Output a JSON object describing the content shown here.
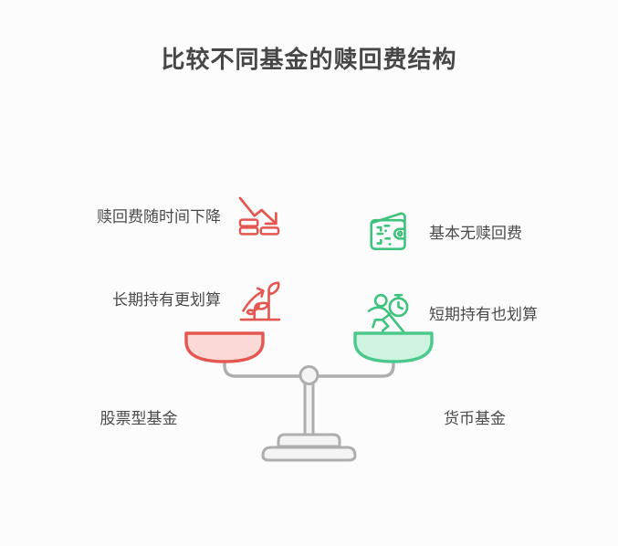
{
  "page": {
    "title": "比较不同基金的赎回费结构",
    "background_color": "#fcfcfc",
    "title_color": "#474747"
  },
  "palette": {
    "red_accent": "#e4564f",
    "red_pan_fill": "#fbd9d7",
    "green_accent": "#3fc27e",
    "green_pan_fill": "#cff3e1",
    "green_pan_border": "#4bc98a",
    "gray_frame": "#aeaeae",
    "gray_frame_fill": "#f4f4f4",
    "text": "#4a4a4a"
  },
  "left_side": {
    "accent_color": "#e4564f",
    "caption": "股票型基金",
    "features": [
      {
        "label": "赎回费随时间下降",
        "icon": "declining-chart-coins-icon"
      },
      {
        "label": "长期持有更划算",
        "icon": "growing-plant-icon"
      }
    ]
  },
  "right_side": {
    "accent_color": "#3fc27e",
    "caption": "货币基金",
    "features": [
      {
        "label": "基本无赎回费",
        "icon": "wallet-icon"
      },
      {
        "label": "短期持有也划算",
        "icon": "runner-stopwatch-icon"
      }
    ]
  },
  "balance_scale": {
    "left_pan_color": "#fbd9d7",
    "right_pan_color": "#cff3e1",
    "frame_color": "#aeaeae"
  }
}
